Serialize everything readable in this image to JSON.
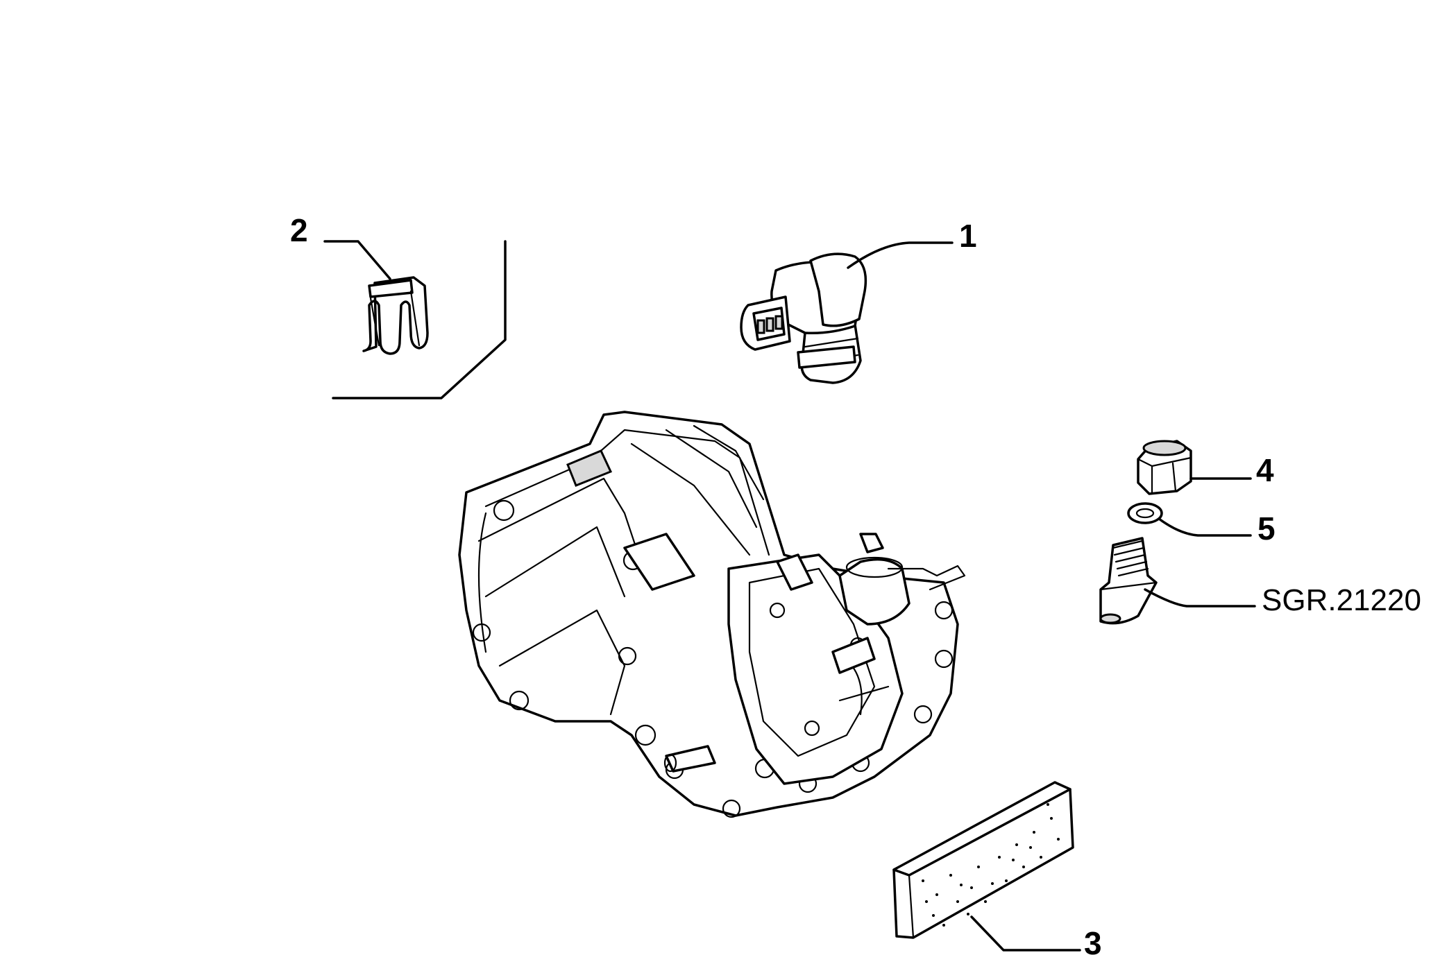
{
  "callouts": {
    "c1": "1",
    "c2": "2",
    "c3": "3",
    "c4": "4",
    "c5": "5",
    "tool": "SGR.21220"
  }
}
